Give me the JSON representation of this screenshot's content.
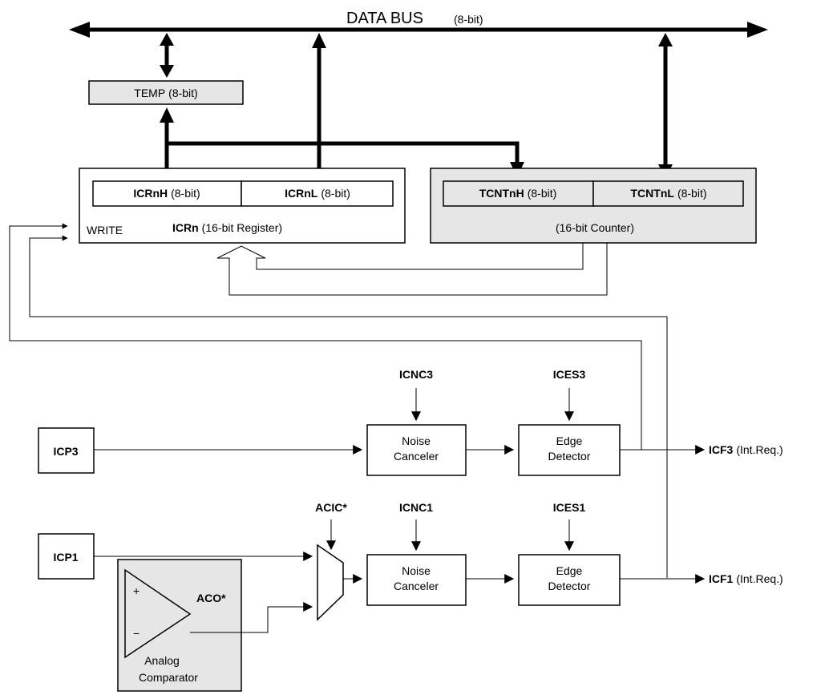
{
  "colors": {
    "line": "#000000",
    "gray_fill": "#e6e6e6",
    "background": "#ffffff"
  },
  "data_bus": {
    "label": "DATA BUS",
    "note": "(8-bit)"
  },
  "temp": {
    "name": "TEMP",
    "note": "(8-bit)"
  },
  "icrn_reg": {
    "high": {
      "name": "ICRnH",
      "note": "(8-bit)"
    },
    "low": {
      "name": "ICRnL",
      "note": "(8-bit)"
    },
    "title": "ICRn",
    "title_note": "(16-bit Register)",
    "write_label": "WRITE"
  },
  "tcntn_reg": {
    "high": {
      "name": "TCNTnH",
      "note": "(8-bit)"
    },
    "low": {
      "name": "TCNTnL",
      "note": "(8-bit)"
    },
    "caption": "(16-bit Counter)"
  },
  "channel3": {
    "pin": "ICP3",
    "noise_ctrl": "ICNC3",
    "edge_ctrl": "ICES3",
    "noise_block": [
      "Noise",
      "Canceler"
    ],
    "edge_block": [
      "Edge",
      "Detector"
    ],
    "flag": "ICF3",
    "flag_note": "(Int.Req.)"
  },
  "channel1": {
    "pin": "ICP1",
    "noise_ctrl": "ICNC1",
    "edge_ctrl": "ICES1",
    "noise_block": [
      "Noise",
      "Canceler"
    ],
    "edge_block": [
      "Edge",
      "Detector"
    ],
    "flag": "ICF1",
    "flag_note": "(Int.Req.)"
  },
  "mux": {
    "control": "ACIC*"
  },
  "comparator": {
    "plus": "+",
    "minus": "−",
    "output": "ACO*",
    "label": [
      "Analog",
      "Comparator"
    ]
  }
}
